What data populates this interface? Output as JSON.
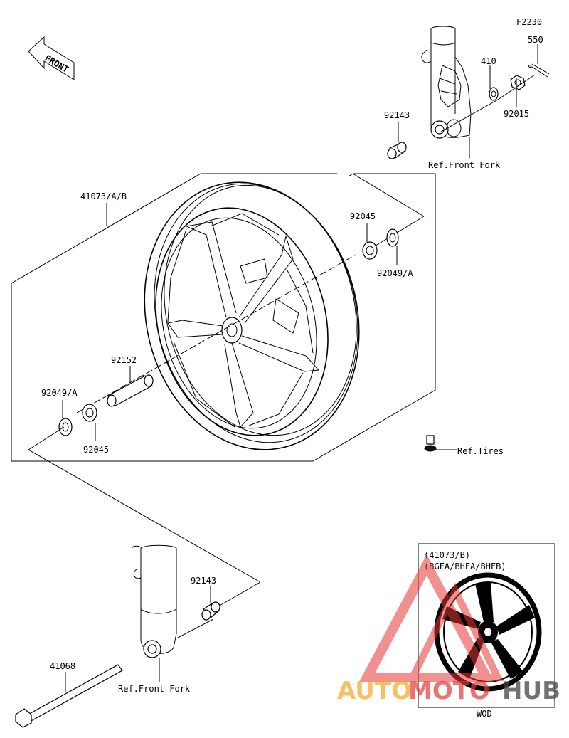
{
  "diagram_code": "F2230",
  "front_label": "FRONT",
  "parts": {
    "p550": "550",
    "p410": "410",
    "p92015": "92015",
    "p92143_top": "92143",
    "ref_front_fork_top": "Ref.Front Fork",
    "p41073": "41073/A/B",
    "p92045_right": "92045",
    "p92049_right": "92049/A",
    "p92152": "92152",
    "p92049_left": "92049/A",
    "p92045_left": "92045",
    "ref_tires": "Ref.Tires",
    "p92143_bottom": "92143",
    "p41068": "41068",
    "ref_front_fork_bottom": "Ref.Front Fork"
  },
  "inset": {
    "line1": "(41073/B)",
    "line2": "(BGFA/BHFA/BHFB)",
    "caption": "WOD"
  },
  "watermark": {
    "part1": "AUTO",
    "part2": "MOTO",
    "part3": "HUB",
    "color_orange": "#f5a623",
    "color_red": "#e53935",
    "color_dark": "#444444"
  }
}
